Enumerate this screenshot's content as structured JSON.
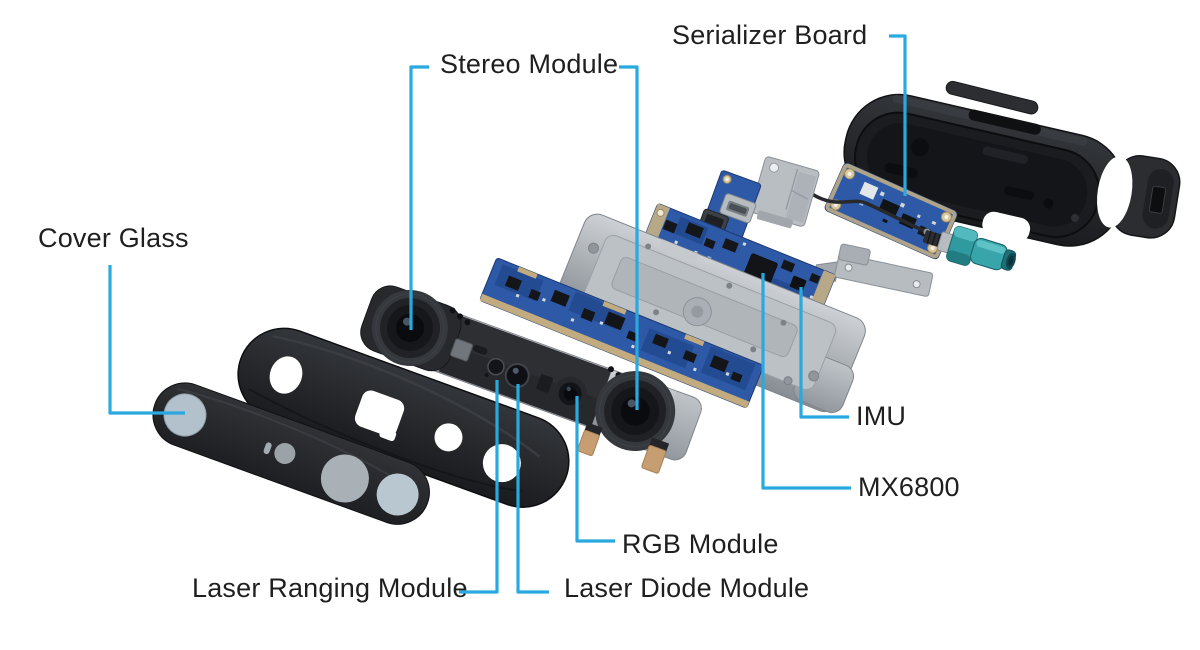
{
  "diagram": {
    "type": "exploded-view-diagram",
    "background": "#ffffff",
    "leader_color": "#29a9e0",
    "text_color": "#1f1f1f",
    "labels": {
      "cover_glass": "Cover Glass",
      "stereo_module": "Stereo Module",
      "serializer_board": "Serializer Board",
      "imu": "IMU",
      "mx6800": "MX6800",
      "rgb_module": "RGB Module",
      "laser_ranging_module": "Laser Ranging Module",
      "laser_diode_module": "Laser Diode Module"
    },
    "palette": {
      "housing_black": "#26282c",
      "pcb_blue": "#2d59a7",
      "pcb_gold": "#c7b084",
      "metal_gray": "#b7bcc1",
      "connector_teal": "#2f9aa0",
      "lens_gray": "#b2c1cb",
      "copper_tab": "#c79d72"
    }
  }
}
